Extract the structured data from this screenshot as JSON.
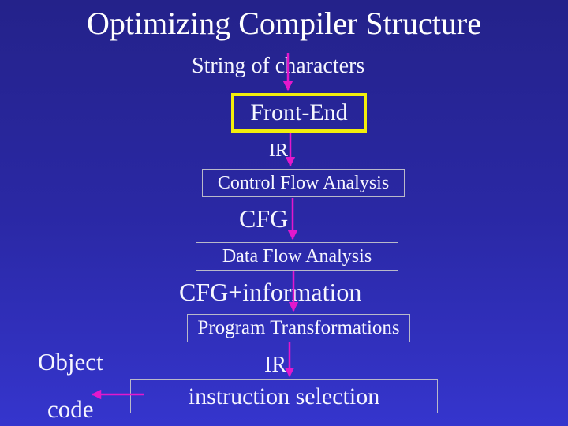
{
  "slide": {
    "title": "Optimizing Compiler Structure",
    "flow_labels": {
      "input": "String of characters",
      "ir_1": "IR",
      "cfg": "CFG",
      "cfg_information": "CFG+information",
      "ir_2": "IR",
      "object_code_line_1": "Object",
      "object_code_line_2": "code"
    },
    "stages": {
      "front_end": "Front-End",
      "control_flow_analysis": "Control Flow Analysis",
      "data_flow_analysis": "Data Flow Analysis",
      "program_transformations": "Program Transformations",
      "instruction_selection": "instruction selection"
    },
    "colors": {
      "background_top": "#24228a",
      "background_bottom": "#3535cd",
      "text": "#ffffff",
      "arrow": "#e318cc",
      "front_end_border": "#f2ee0c",
      "stage_border": "#b9b9c9"
    }
  }
}
